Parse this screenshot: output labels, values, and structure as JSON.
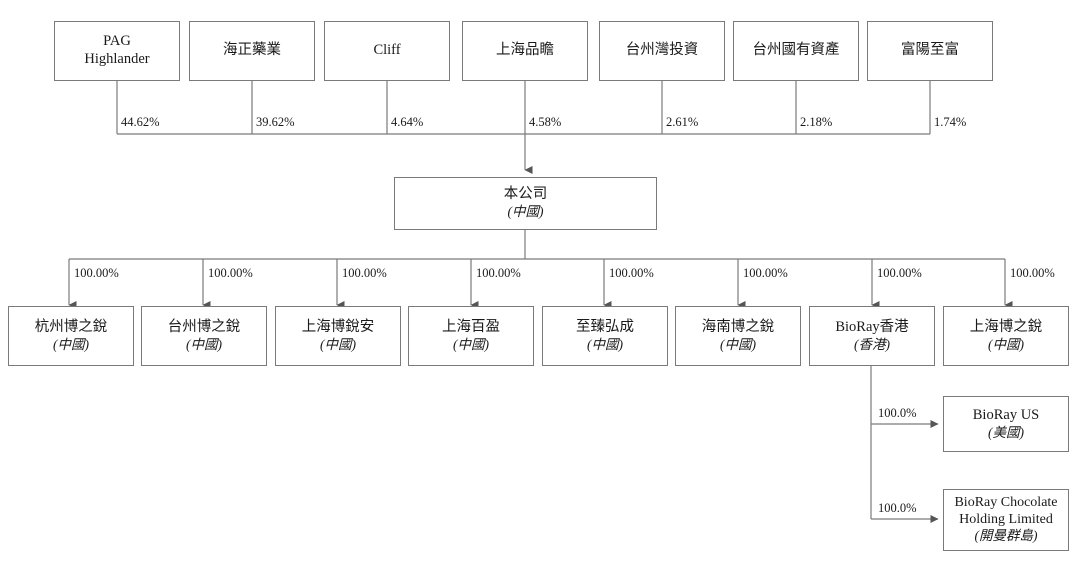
{
  "diagram": {
    "title": "Shareholding and corporate structure chart",
    "line_color": "#7a7a7a",
    "text_color": "#1a1a1a",
    "background": "#ffffff"
  },
  "shareholders": [
    {
      "name": "PAG Highlander",
      "name_line1": "PAG",
      "name_line2": "Highlander",
      "percent": "44.62%"
    },
    {
      "name": "海正藥業",
      "percent": "39.62%"
    },
    {
      "name": "Cliff",
      "percent": "4.64%"
    },
    {
      "name": "上海品瞻",
      "percent": "4.58%"
    },
    {
      "name": "台州灣投資",
      "percent": "2.61%"
    },
    {
      "name": "台州國有資產",
      "percent": "2.18%"
    },
    {
      "name": "富陽至富",
      "percent": "1.74%"
    }
  ],
  "company": {
    "name": "本公司",
    "jurisdiction": "(中國)"
  },
  "subsidiaries": [
    {
      "name": "杭州博之銳",
      "jurisdiction": "(中國)",
      "percent": "100.00%"
    },
    {
      "name": "台州博之銳",
      "jurisdiction": "(中國)",
      "percent": "100.00%"
    },
    {
      "name": "上海博銳安",
      "jurisdiction": "(中國)",
      "percent": "100.00%"
    },
    {
      "name": "上海百盈",
      "jurisdiction": "(中國)",
      "percent": "100.00%"
    },
    {
      "name": "至臻弘成",
      "jurisdiction": "(中國)",
      "percent": "100.00%"
    },
    {
      "name": "海南博之銳",
      "jurisdiction": "(中國)",
      "percent": "100.00%"
    },
    {
      "name": "BioRay香港",
      "jurisdiction": "(香港)",
      "percent": "100.00%"
    },
    {
      "name": "上海博之銳",
      "jurisdiction": "(中國)",
      "percent": "100.00%"
    }
  ],
  "hk_subsidiaries": [
    {
      "name": "BioRay US",
      "jurisdiction": "(美國)",
      "percent": "100.0%"
    },
    {
      "name": "BioRay Chocolate Holding Limited",
      "jurisdiction": "(開曼群島)",
      "percent": "100.0%"
    }
  ]
}
